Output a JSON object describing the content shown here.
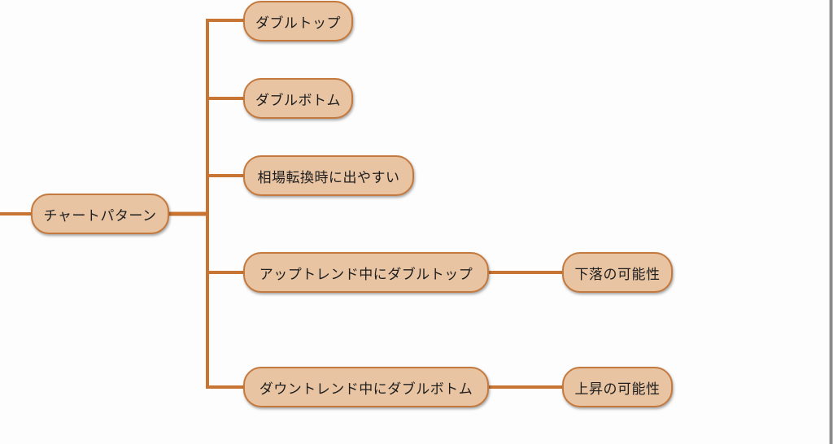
{
  "colors": {
    "connector": "#c87533",
    "node_fill": "#e8c4a3",
    "node_border": "#c47a3e",
    "text": "#1e1e1e",
    "background": "#fdfdfd"
  },
  "mindmap": {
    "root": {
      "label": "チャートパターン",
      "children": [
        {
          "label": "ダブルトップ"
        },
        {
          "label": "ダブルボトム"
        },
        {
          "label": "相場転換時に出やすい"
        },
        {
          "label": "アップトレンド中にダブルトップ",
          "children": [
            {
              "label": "下落の可能性"
            }
          ]
        },
        {
          "label": "ダウントレンド中にダブルボトム",
          "children": [
            {
              "label": "上昇の可能性"
            }
          ]
        }
      ]
    }
  }
}
